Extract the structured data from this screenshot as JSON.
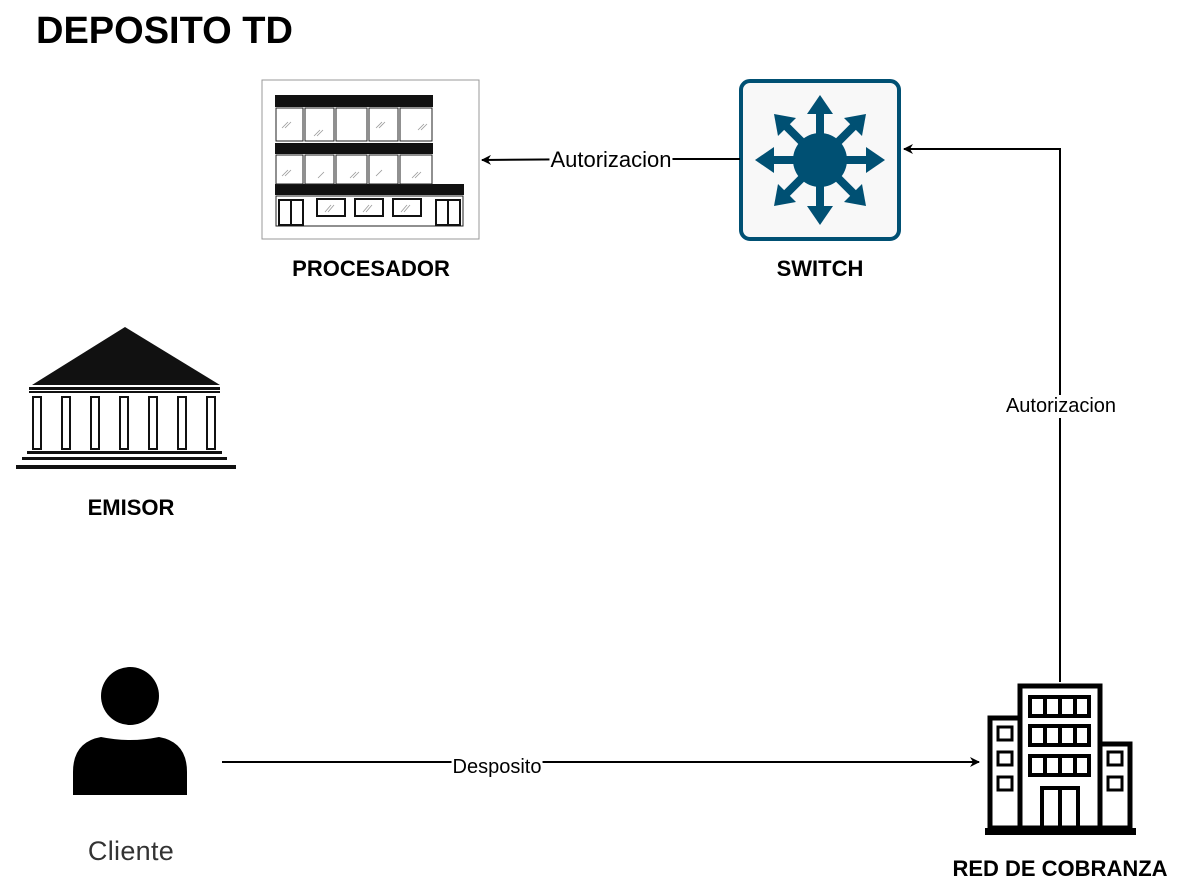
{
  "title": "DEPOSITO TD",
  "nodes": {
    "procesador": {
      "label": "PROCESADOR",
      "icon": "office-building-icon"
    },
    "switch": {
      "label": "SWITCH",
      "icon": "network-switch-icon",
      "color": "#005073",
      "fill": "#f8f8f8"
    },
    "emisor": {
      "label": "EMISOR",
      "icon": "bank-icon"
    },
    "cliente": {
      "label": "Cliente",
      "icon": "person-icon"
    },
    "red_cobranza": {
      "label": "RED DE COBRANZA",
      "icon": "office-tower-icon"
    }
  },
  "edges": [
    {
      "from": "Cliente",
      "to": "RED DE COBRANZA",
      "label": "Desposito"
    },
    {
      "from": "RED DE COBRANZA",
      "to": "SWITCH",
      "label": "Autorizacion"
    },
    {
      "from": "SWITCH",
      "to": "PROCESADOR",
      "label": "Autorizacion"
    }
  ]
}
